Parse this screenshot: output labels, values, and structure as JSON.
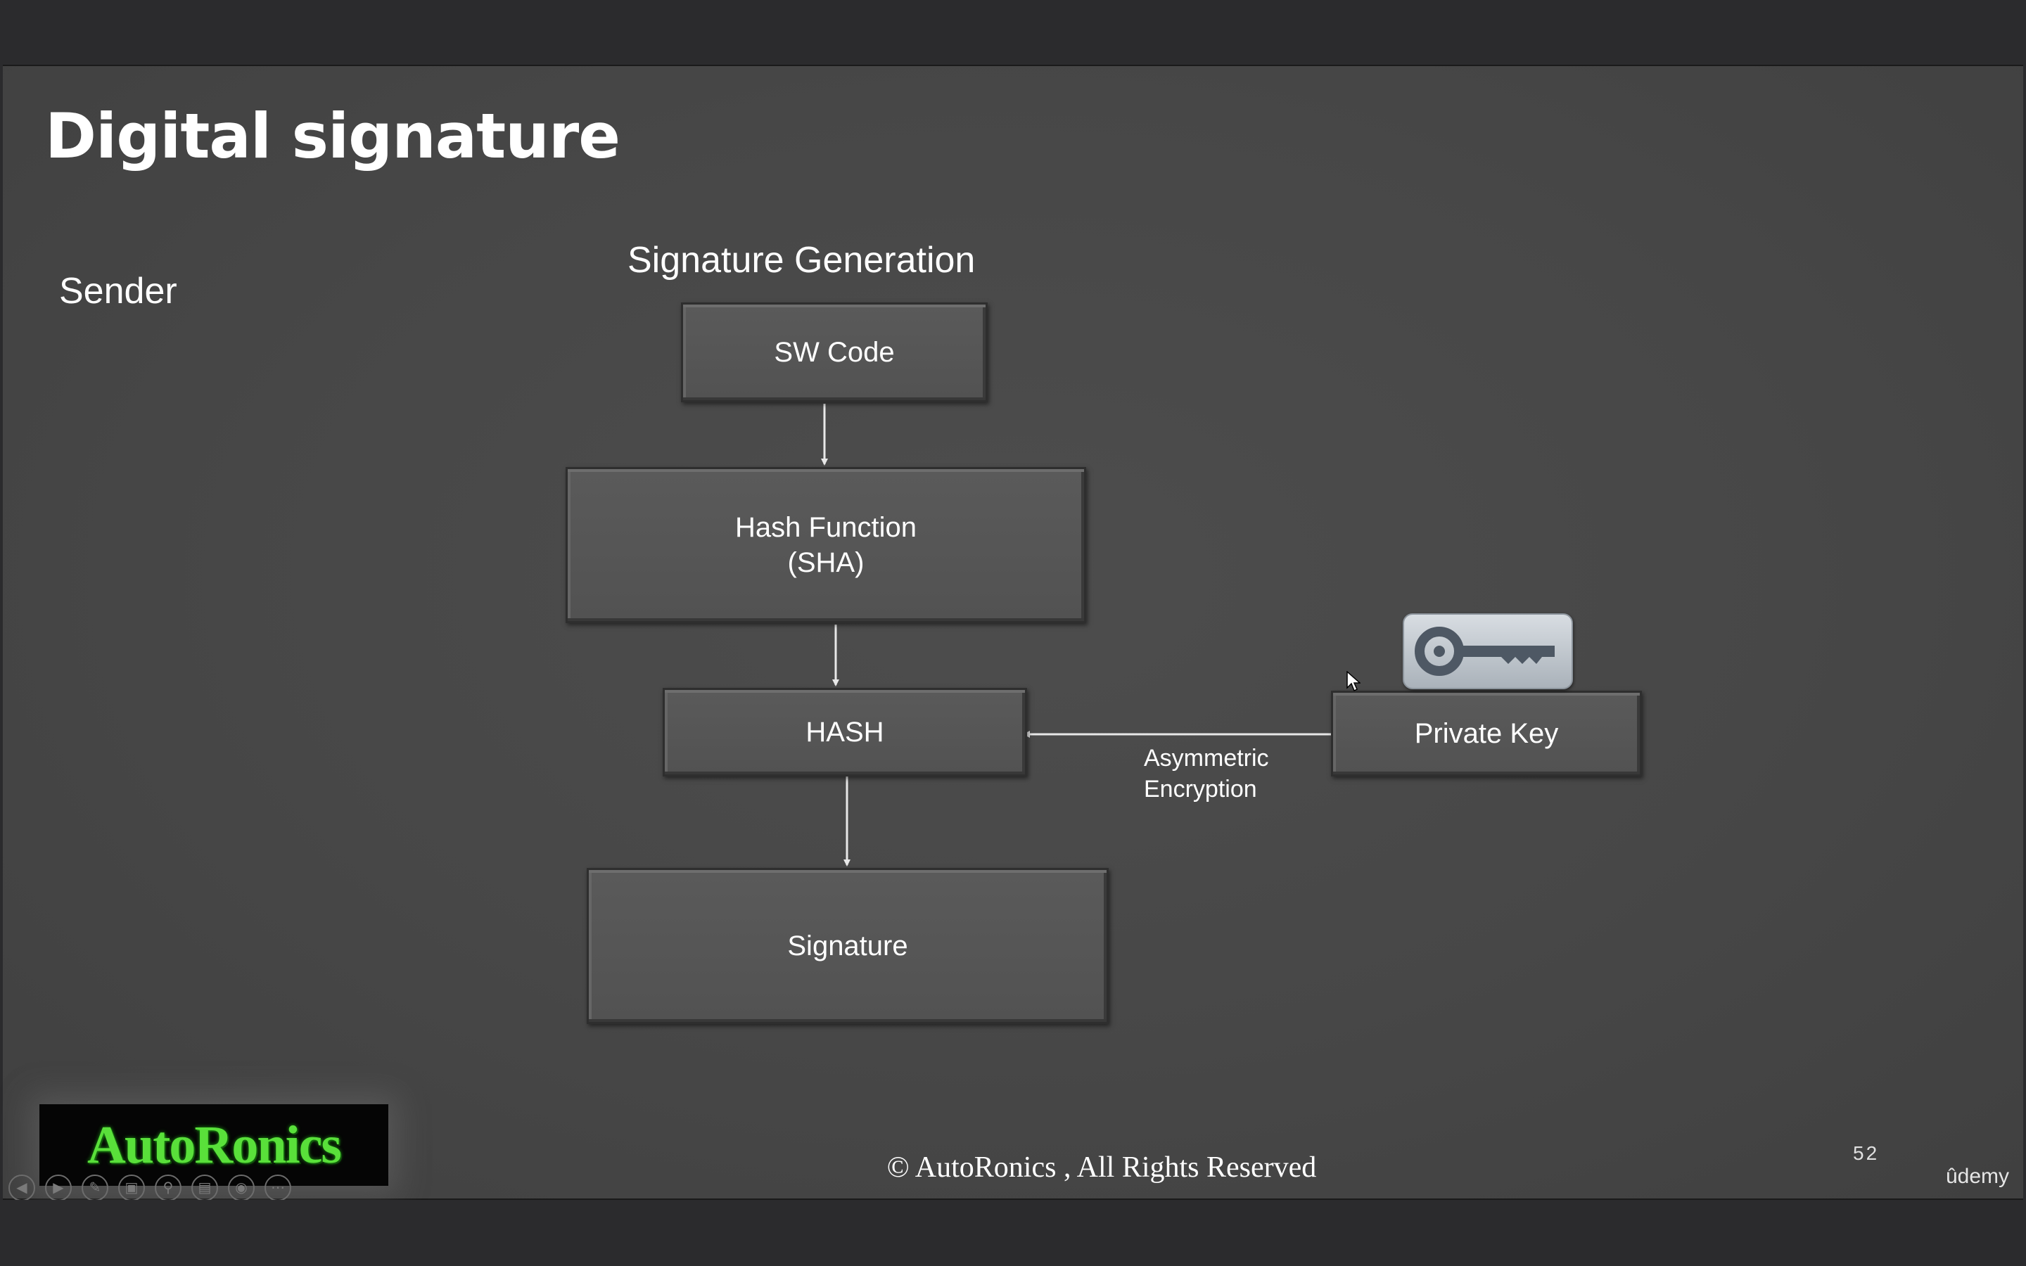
{
  "slide": {
    "title": "Digital signature",
    "sender_label": "Sender",
    "section_heading": "Signature Generation",
    "copyright": "© AutoRonics , All Rights Reserved",
    "page_number": "52",
    "watermark": "ûdemy",
    "logo_text": "AutoRonics"
  },
  "diagram": {
    "nodes": {
      "sw_code": "SW Code",
      "hash_function": "Hash Function\n(SHA)",
      "hash": "HASH",
      "signature": "Signature",
      "private_key": "Private Key"
    },
    "edges": [
      {
        "from": "SW Code",
        "to": "Hash Function (SHA)"
      },
      {
        "from": "Hash Function (SHA)",
        "to": "HASH"
      },
      {
        "from": "Private Key",
        "to": "HASH",
        "label": "Asymmetric\nEncryption"
      },
      {
        "from": "HASH",
        "to": "Signature"
      }
    ],
    "key_icon": "key-icon"
  },
  "controls": {
    "icons": [
      "prev-icon",
      "next-icon",
      "pen-icon",
      "slides-icon",
      "zoom-icon",
      "subtitles-icon",
      "camera-off-icon",
      "more-icon"
    ]
  },
  "colors": {
    "slide_background": "#474747",
    "box_fill": "#575757",
    "logo_green": "#59e03a"
  }
}
